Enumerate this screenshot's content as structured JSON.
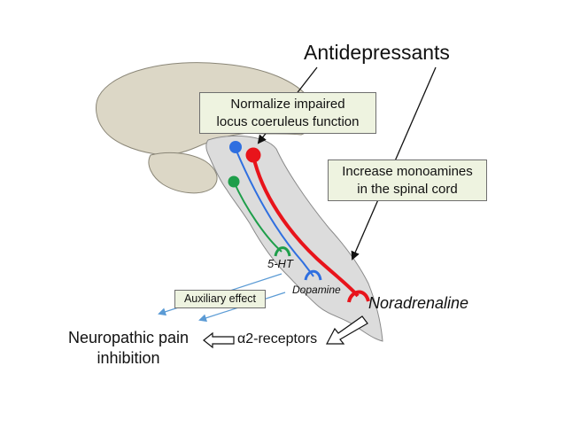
{
  "title": "Antidepressants",
  "boxes": {
    "lc_line1": "Normalize impaired",
    "lc_line2": "locus coeruleus function",
    "spinal_line1": "Increase monoamines",
    "spinal_line2": "in the spinal cord",
    "auxiliary": "Auxiliary effect"
  },
  "labels": {
    "serotonin": "5-HT",
    "dopamine": "Dopamine",
    "noradrenaline": "Noradrenaline",
    "receptors": "α2-receptors",
    "pain_line1": "Neuropathic pain",
    "pain_line2": "inhibition"
  },
  "colors": {
    "noradrenaline": "#e8141b",
    "dopamine": "#2f6fe0",
    "serotonin": "#1e9e4a",
    "brain_fill": "#dcd7c6",
    "brainstem_fill": "#dcdcdc",
    "auxiliary_arrow": "#5b9bd5",
    "box_fill": "#eef3e0"
  }
}
